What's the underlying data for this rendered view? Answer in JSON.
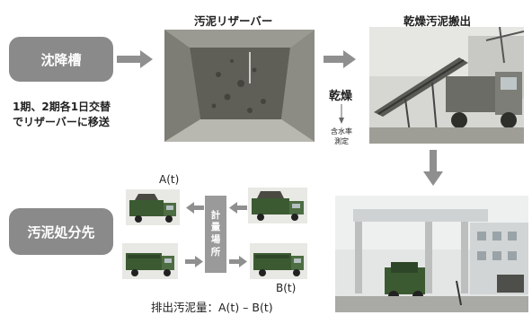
{
  "settling_tank": {
    "label": "沈降槽"
  },
  "sludge_reservoir": {
    "title": "汚泥リザーバー"
  },
  "dry_out": {
    "title": "乾燥汚泥搬出"
  },
  "note": {
    "line1": "1期、2期各1日交替",
    "line2": "でリザーバーに移送"
  },
  "drying": {
    "label": "乾燥",
    "moisture_line1": "含水率",
    "moisture_line2": "測定"
  },
  "disposal": {
    "label": "汚泥処分先"
  },
  "weighing": {
    "chars": [
      "計",
      "量",
      "場",
      "所"
    ]
  },
  "truck_labels": {
    "a": "A(t)",
    "b": "B(t)"
  },
  "formula": "排出汚泥量：A(t) – B(t)",
  "colors": {
    "box_grey": "#8a8a8a",
    "arrow_grey": "#8f8f8f",
    "truck_green": "#3c5a32"
  }
}
